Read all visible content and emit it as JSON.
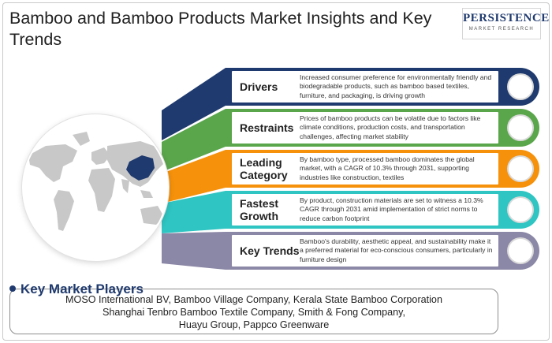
{
  "title": "Bamboo and Bamboo Products Market Insights and Key Trends",
  "logo": {
    "main": "PERSISTENCE",
    "sub": "MARKET RESEARCH"
  },
  "rows": [
    {
      "label": "Drivers",
      "text": "Increased consumer preference for environmentally friendly and biodegradable products, such as bamboo based textiles, furniture, and packaging, is driving growth",
      "color": "#1f3a6e"
    },
    {
      "label": "Restraints",
      "text": "Prices of bamboo products can be volatile due to factors like climate conditions, production costs, and transportation challenges, affecting market stability",
      "color": "#5aa64b"
    },
    {
      "label": "Leading Category",
      "text": "By bamboo type, processed bamboo dominates the global market, with a CAGR of 10.3% through 2031, supporting industries like construction, textiles",
      "color": "#f5910b"
    },
    {
      "label": "Fastest Growth",
      "text": "By product, construction materials are set to witness a 10.3% CAGR through 2031 amid implementation of strict norms to reduce carbon footprint",
      "color": "#2ec5c2"
    },
    {
      "label": "Key Trends",
      "text": "Bamboo's durability, aesthetic appeal, and sustainability make it a preferred material for eco-conscious consumers, particularly in furniture design",
      "color": "#8b87a6"
    }
  ],
  "players": {
    "title": "Key Market Players",
    "lines": [
      "MOSO International BV, Bamboo Village Company, Kerala State Bamboo Corporation",
      "Shanghai Tenbro Bamboo Textile Company, Smith & Fong Company,",
      "Huayu Group, Pappco Greenware"
    ]
  },
  "colors": {
    "map_land": "#c8c8c8",
    "map_highlight": "#1f3a6e",
    "accent": "#1f3a6e"
  }
}
